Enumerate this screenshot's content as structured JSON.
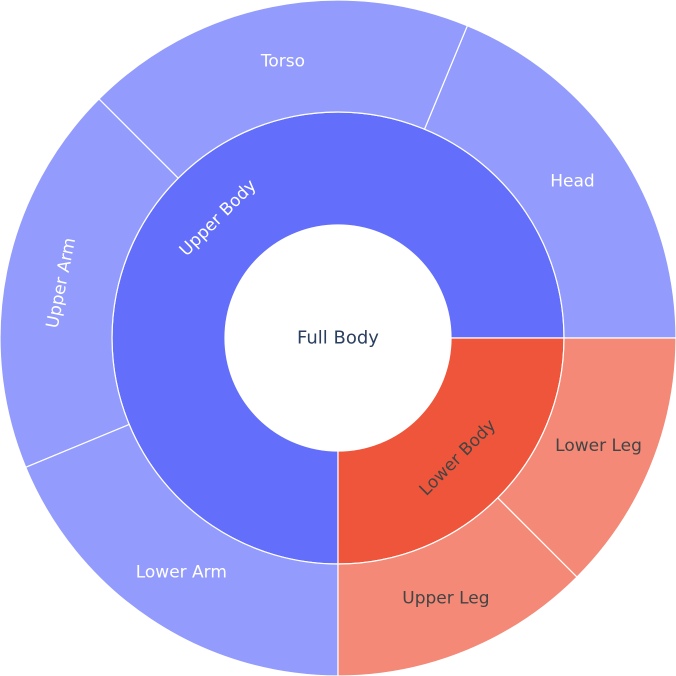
{
  "chart_data": {
    "type": "sunburst",
    "root": {
      "label": "Full Body",
      "children": [
        {
          "label": "Upper Body",
          "color": "#636efa",
          "value": 6,
          "children": [
            {
              "label": "Head",
              "value": 1,
              "color": "#939bfc"
            },
            {
              "label": "Torso",
              "value": 1,
              "color": "#939bfc"
            },
            {
              "label": "Upper Arm",
              "value": 1,
              "color": "#939bfc"
            },
            {
              "label": "Lower Arm",
              "value": 1,
              "color": "#939bfc"
            }
          ]
        },
        {
          "label": "Lower Body",
          "color": "#ef553b",
          "value": 2,
          "children": [
            {
              "label": "Upper Leg",
              "value": 1,
              "color": "#f38976"
            },
            {
              "label": "Lower Leg",
              "value": 1,
              "color": "#f38976"
            }
          ]
        }
      ]
    },
    "center_text_color": "#2a3f5f",
    "label_colors": {
      "light": "#ffffff",
      "dark": "#444444"
    }
  }
}
